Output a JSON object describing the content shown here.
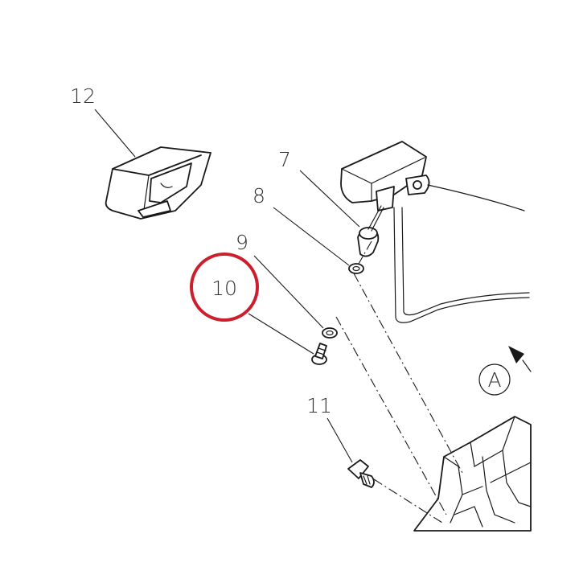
{
  "callouts": {
    "part_7": "7",
    "part_8": "8",
    "part_9": "9",
    "part_10": "10",
    "part_11": "11",
    "part_12": "12",
    "view_a": "A"
  },
  "highlight": {
    "target": "10",
    "color": "#cc1f2d"
  },
  "line_color": "#1a1a1a"
}
